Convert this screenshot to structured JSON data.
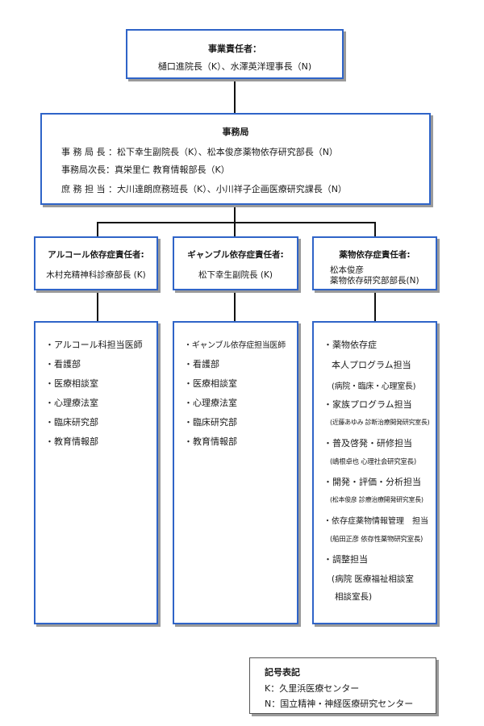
{
  "top": {
    "title": "事業責任者：",
    "members": "樋口進院長（K）、水澤英洋理事長（N)"
  },
  "office": {
    "title": "事務局",
    "rows": [
      "事 務 局 長 ：松下幸生副院長（K）、松本俊彦薬物依存研究部長（N）",
      "事務局次長：真栄里仁 教育情報部長（K）",
      "庶 務 担 当 ：大川達朗庶務班長（K）、小川祥子企画医療研究課長（N）"
    ]
  },
  "alcohol": {
    "title": "アルコール依存症責任者:",
    "person": "木村充精神科診療部長 (K)",
    "items": [
      "・アルコール科担当医師",
      "・看護部",
      "・医療相談室",
      "・心理療法室",
      "・臨床研究部",
      "・教育情報部"
    ]
  },
  "gambling": {
    "title": "ギャンブル依存症責任者:",
    "person": "松下幸生副院長 (K)",
    "items": [
      "・ギャンブル依存症担当医師",
      "・看護部",
      "・医療相談室",
      "・心理療法室",
      "・臨床研究部",
      "・教育情報部"
    ]
  },
  "drug": {
    "title": "薬物依存症責任者:",
    "person_line1": "松本俊彦",
    "person_line2": "薬物依存研究部部長(N)",
    "items": [
      "・薬物依存症",
      "本人プログラム担当",
      "(病院・臨床・心理室長)",
      "・家族プログラム担当",
      "(近藤あゆみ 診断治療開発研究室長)",
      "・普及啓発・研修担当",
      "(嶋根卓也 心理社会研究室長)",
      "・開発・評価・分析担当",
      "(松本俊彦 診療治療開発研究室長)",
      "・依存症薬物情報管理　担当",
      "(船田正彦 依存性薬物研究室長)",
      "・調整担当",
      "(病院 医療福祉相談室",
      "相談室長)"
    ]
  },
  "legend": {
    "title": "記号表記",
    "k": "K：久里浜医療センター",
    "n": "N：国立精神・神経医療研究センター"
  }
}
